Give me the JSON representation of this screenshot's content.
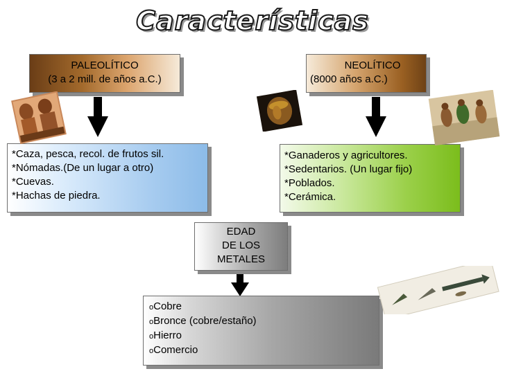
{
  "title": "Características",
  "paleolitico": {
    "label": "PALEOLÍTICO",
    "dates": "(3 a 2 mill. de años a.C.)",
    "traits": [
      "*Caza, pesca, recol. de frutos sil.",
      "*Nómadas.(De un lugar a  otro)",
      "*Cuevas.",
      "*Hachas de piedra."
    ]
  },
  "neolitico": {
    "label": "NEOLÍTICO",
    "dates": "(8000 años a.C.)",
    "traits": [
      "*Ganaderos y agricultores.",
      "*Sedentarios. (Un lugar fijo)",
      "*Poblados.",
      "*Cerámica."
    ]
  },
  "metales": {
    "lines": [
      "EDAD",
      "DE LOS",
      "METALES"
    ],
    "bullet": "o",
    "items": [
      "Cobre",
      "Bronce (cobre/estaño)",
      "Hierro",
      "Comercio"
    ]
  },
  "colors": {
    "arrow": "#000000",
    "blue_box": "#8cbbe8",
    "green_box": "#7bbd1c",
    "gray_box": "#7a7a7a",
    "paleo_box": "#a36a2c"
  }
}
